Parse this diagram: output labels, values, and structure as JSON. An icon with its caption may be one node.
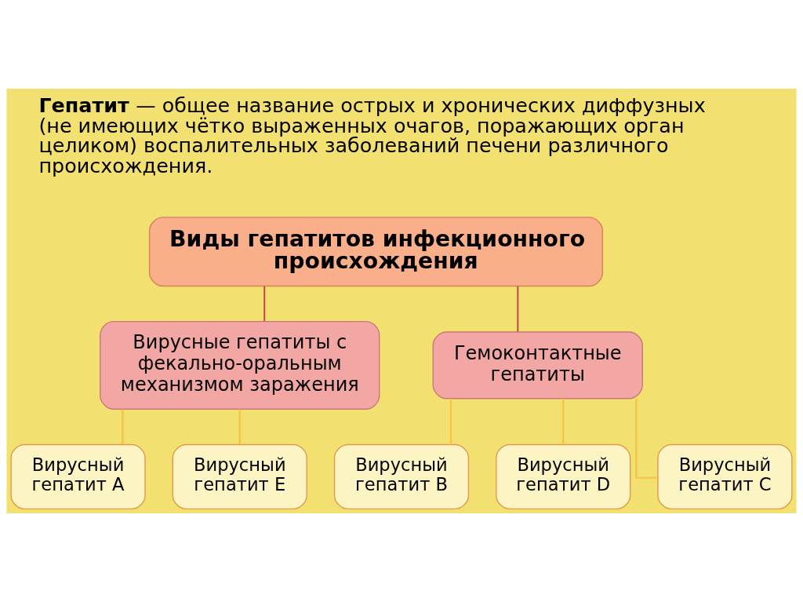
{
  "diagram": {
    "nodes": [
      {
        "text": [
          "Виды гепатитов инфекционного происхождения"
        ]
      },
      {
        "text": [
          "Вирусные гепатиты с фекально-оральным механизмом заражения"
        ]
      },
      {
        "text": [
          "Гемоконтактные гепатиты"
        ]
      },
      {
        "text": [
          "Вирусный гепатит А"
        ]
      },
      {
        "text": [
          "Вирусный гепатит Е"
        ]
      },
      {
        "text": [
          "Вирусный гепатит В"
        ]
      },
      {
        "text": [
          "Вирусный гепатит D"
        ]
      },
      {
        "text": [
          "Вирусный гепатит С"
        ]
      }
    ],
    "edges": [
      {
        "from": 0,
        "to": 1,
        "arrow": "none",
        "color": "#c0504d"
      },
      {
        "from": 0,
        "to": 2,
        "arrow": "none",
        "color": "#c0504d"
      },
      {
        "from": 1,
        "to": 3,
        "arrow": "none"
      },
      {
        "from": 1,
        "to": 4,
        "arrow": "none"
      },
      {
        "from": 2,
        "to": 5,
        "arrow": "none"
      },
      {
        "from": 2,
        "to": 6,
        "arrow": "none"
      },
      {
        "from": 2,
        "to": 7,
        "arrow": "none"
      }
    ],
    "labels": [
      "**Гепатит** — общее название острых и хронических диффузных (не имеющих чётко выраженных очагов, поражающих орган целиком) воспалительных заболеваний печени различного происхождения."
    ]
  }
}
